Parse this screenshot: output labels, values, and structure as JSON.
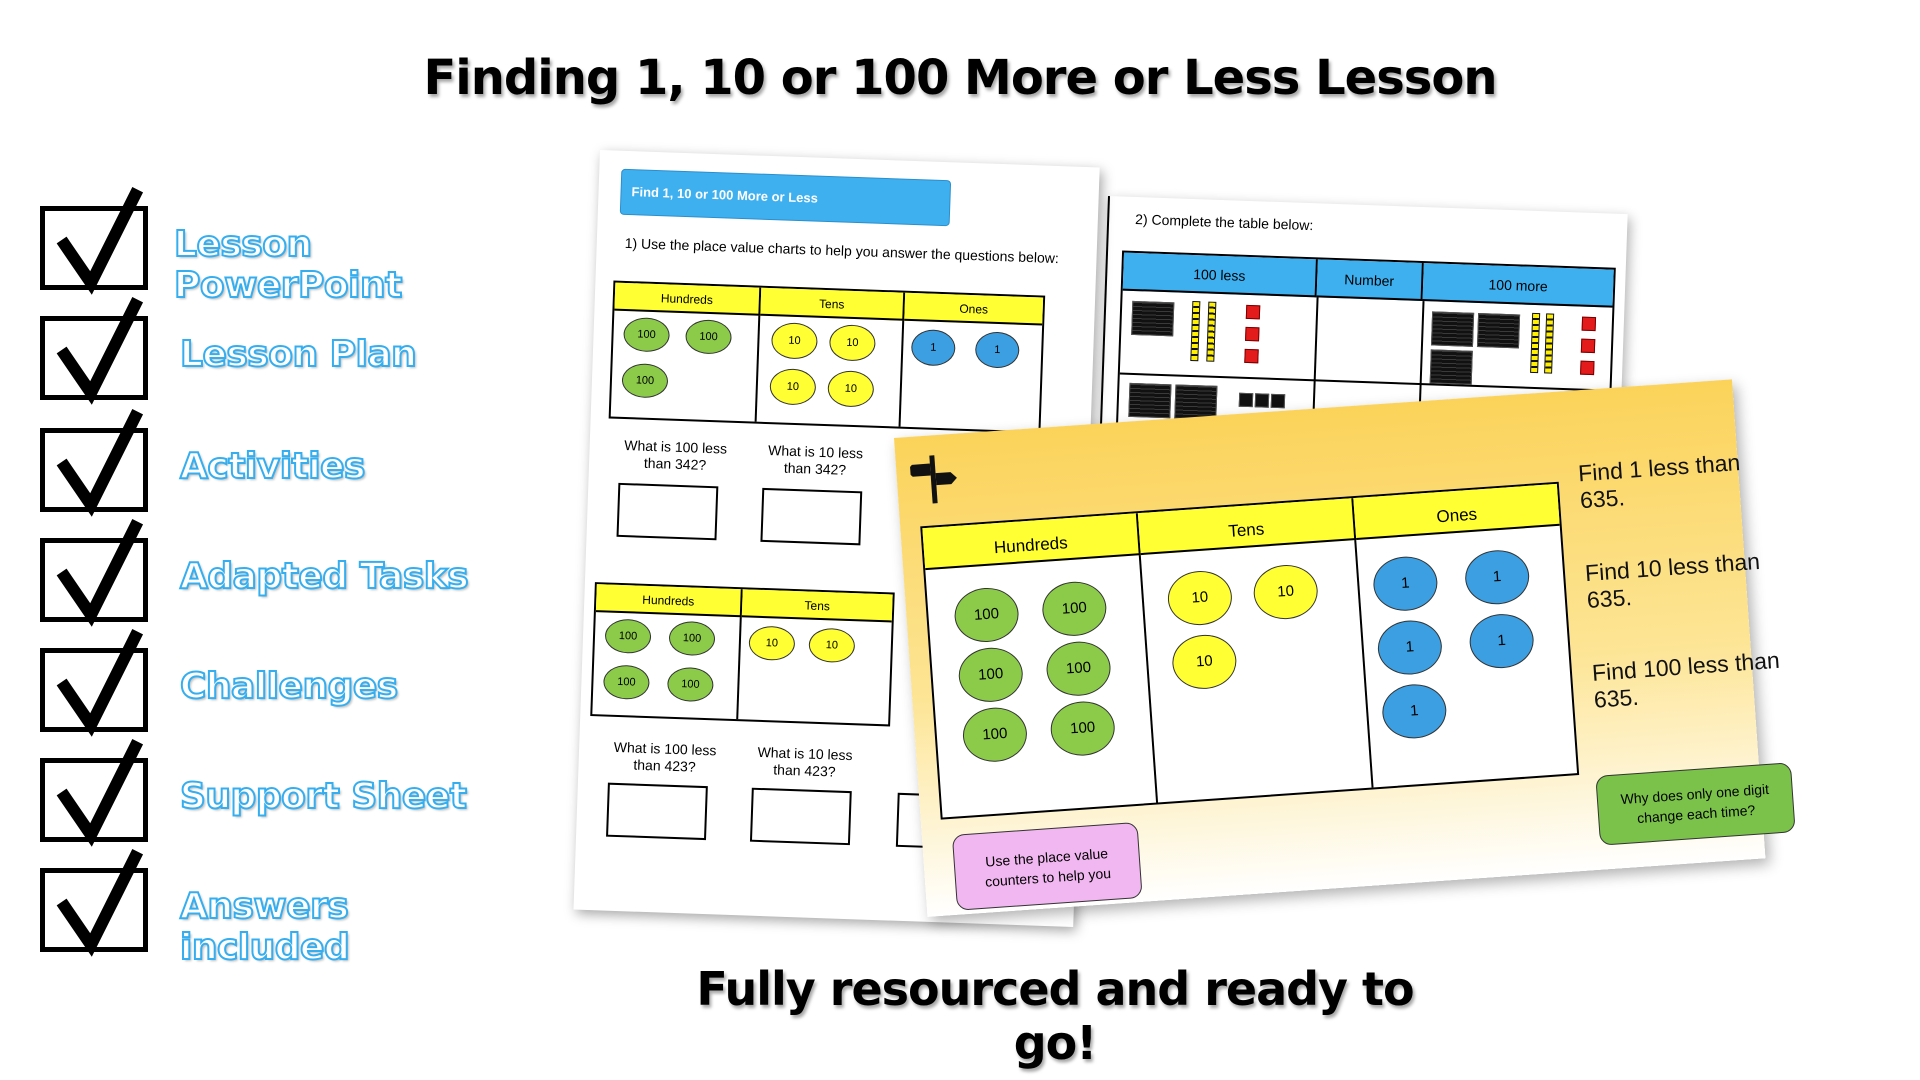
{
  "title": "Finding 1, 10 or 100 More or Less Lesson",
  "footer": "Fully resourced and ready to go!",
  "checklist": [
    {
      "label": "Lesson PowerPoint"
    },
    {
      "label": "Lesson Plan"
    },
    {
      "label": "Activities"
    },
    {
      "label": "Adapted Tasks"
    },
    {
      "label": "Challenges"
    },
    {
      "label": "Support Sheet"
    },
    {
      "label": "Answers included"
    }
  ],
  "colors": {
    "accent_blue": "#35aef0",
    "header_yellow": "#ffff33",
    "counter_green": "#8ccb4a",
    "counter_blue": "#3b9fe2",
    "slide_orange": "#fbd35a"
  },
  "worksheet1": {
    "header": "Find 1, 10 or 100 More or Less",
    "question": "1)   Use the place value charts to help you answer the questions below:",
    "chart_a": {
      "headers": [
        "Hundreds",
        "Tens",
        "Ones"
      ],
      "hundreds": [
        "100",
        "100",
        "100"
      ],
      "tens": [
        "10",
        "10",
        "10",
        "10"
      ],
      "ones": [
        "1",
        "1"
      ]
    },
    "chart_b": {
      "headers": [
        "Hundreds",
        "Tens"
      ],
      "hundreds": [
        "100",
        "100",
        "100",
        "100"
      ],
      "tens": [
        "10",
        "10"
      ]
    },
    "prompts_a": [
      "What is 100 less than 342?",
      "What is 10 less than 342?"
    ],
    "prompts_b": [
      "What is 100 less than 423?",
      "What is 10 less than 423?"
    ]
  },
  "worksheet2": {
    "question": "2) Complete the table below:",
    "headers": [
      "100 less",
      "Number",
      "100 more"
    ]
  },
  "slide": {
    "headers": [
      "Hundreds",
      "Tens",
      "Ones"
    ],
    "hundreds": [
      "100",
      "100",
      "100",
      "100",
      "100",
      "100"
    ],
    "tens": [
      "10",
      "10",
      "10"
    ],
    "ones": [
      "1",
      "1",
      "1",
      "1",
      "1"
    ],
    "questions": [
      "Find 1 less than 635.",
      "Find 10 less than 635.",
      "Find 100 less than 635."
    ],
    "bubble_hint": "Use the place value counters to help you",
    "bubble_question": "Why does only one digit change each time?"
  }
}
